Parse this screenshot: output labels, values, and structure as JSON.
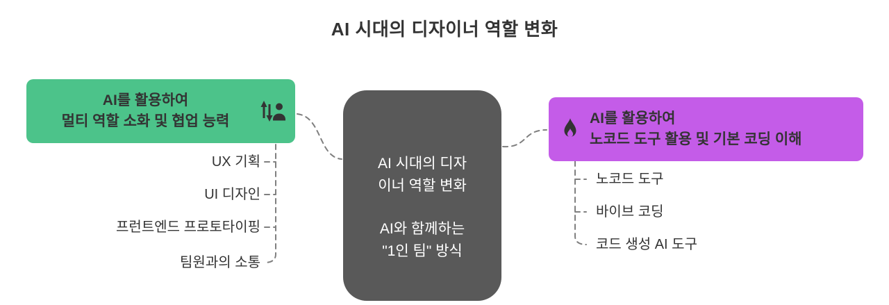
{
  "title": "AI 시대의 디자이너 역할 변화",
  "colors": {
    "left_node": "#4cc38a",
    "right_node": "#c45ce8",
    "center_node": "#595959",
    "text": "#333333",
    "connector": "#7f7f7f"
  },
  "icons": {
    "left": "role-swap-icon",
    "right": "flame-icon"
  },
  "left_branch": {
    "title_line1": "AI를 활용하여",
    "title_line2": "멀티 역할 소화 및 협업 능력",
    "items": [
      "UX 기획",
      "UI 디자인",
      "프런트엔드 프로토타이핑",
      "팀원과의 소통"
    ]
  },
  "center_node": {
    "line1": "AI 시대의 디자",
    "line2": "이너 역할 변화",
    "line3": "AI와 함께하는",
    "line4": "\"1인 팀\" 방식"
  },
  "right_branch": {
    "title_line1": "AI를 활용하여",
    "title_line2": "노코드 도구 활용 및 기본 코딩 이해",
    "items": [
      "노코드 도구",
      "바이브 코딩",
      "코드 생성 AI 도구"
    ]
  }
}
